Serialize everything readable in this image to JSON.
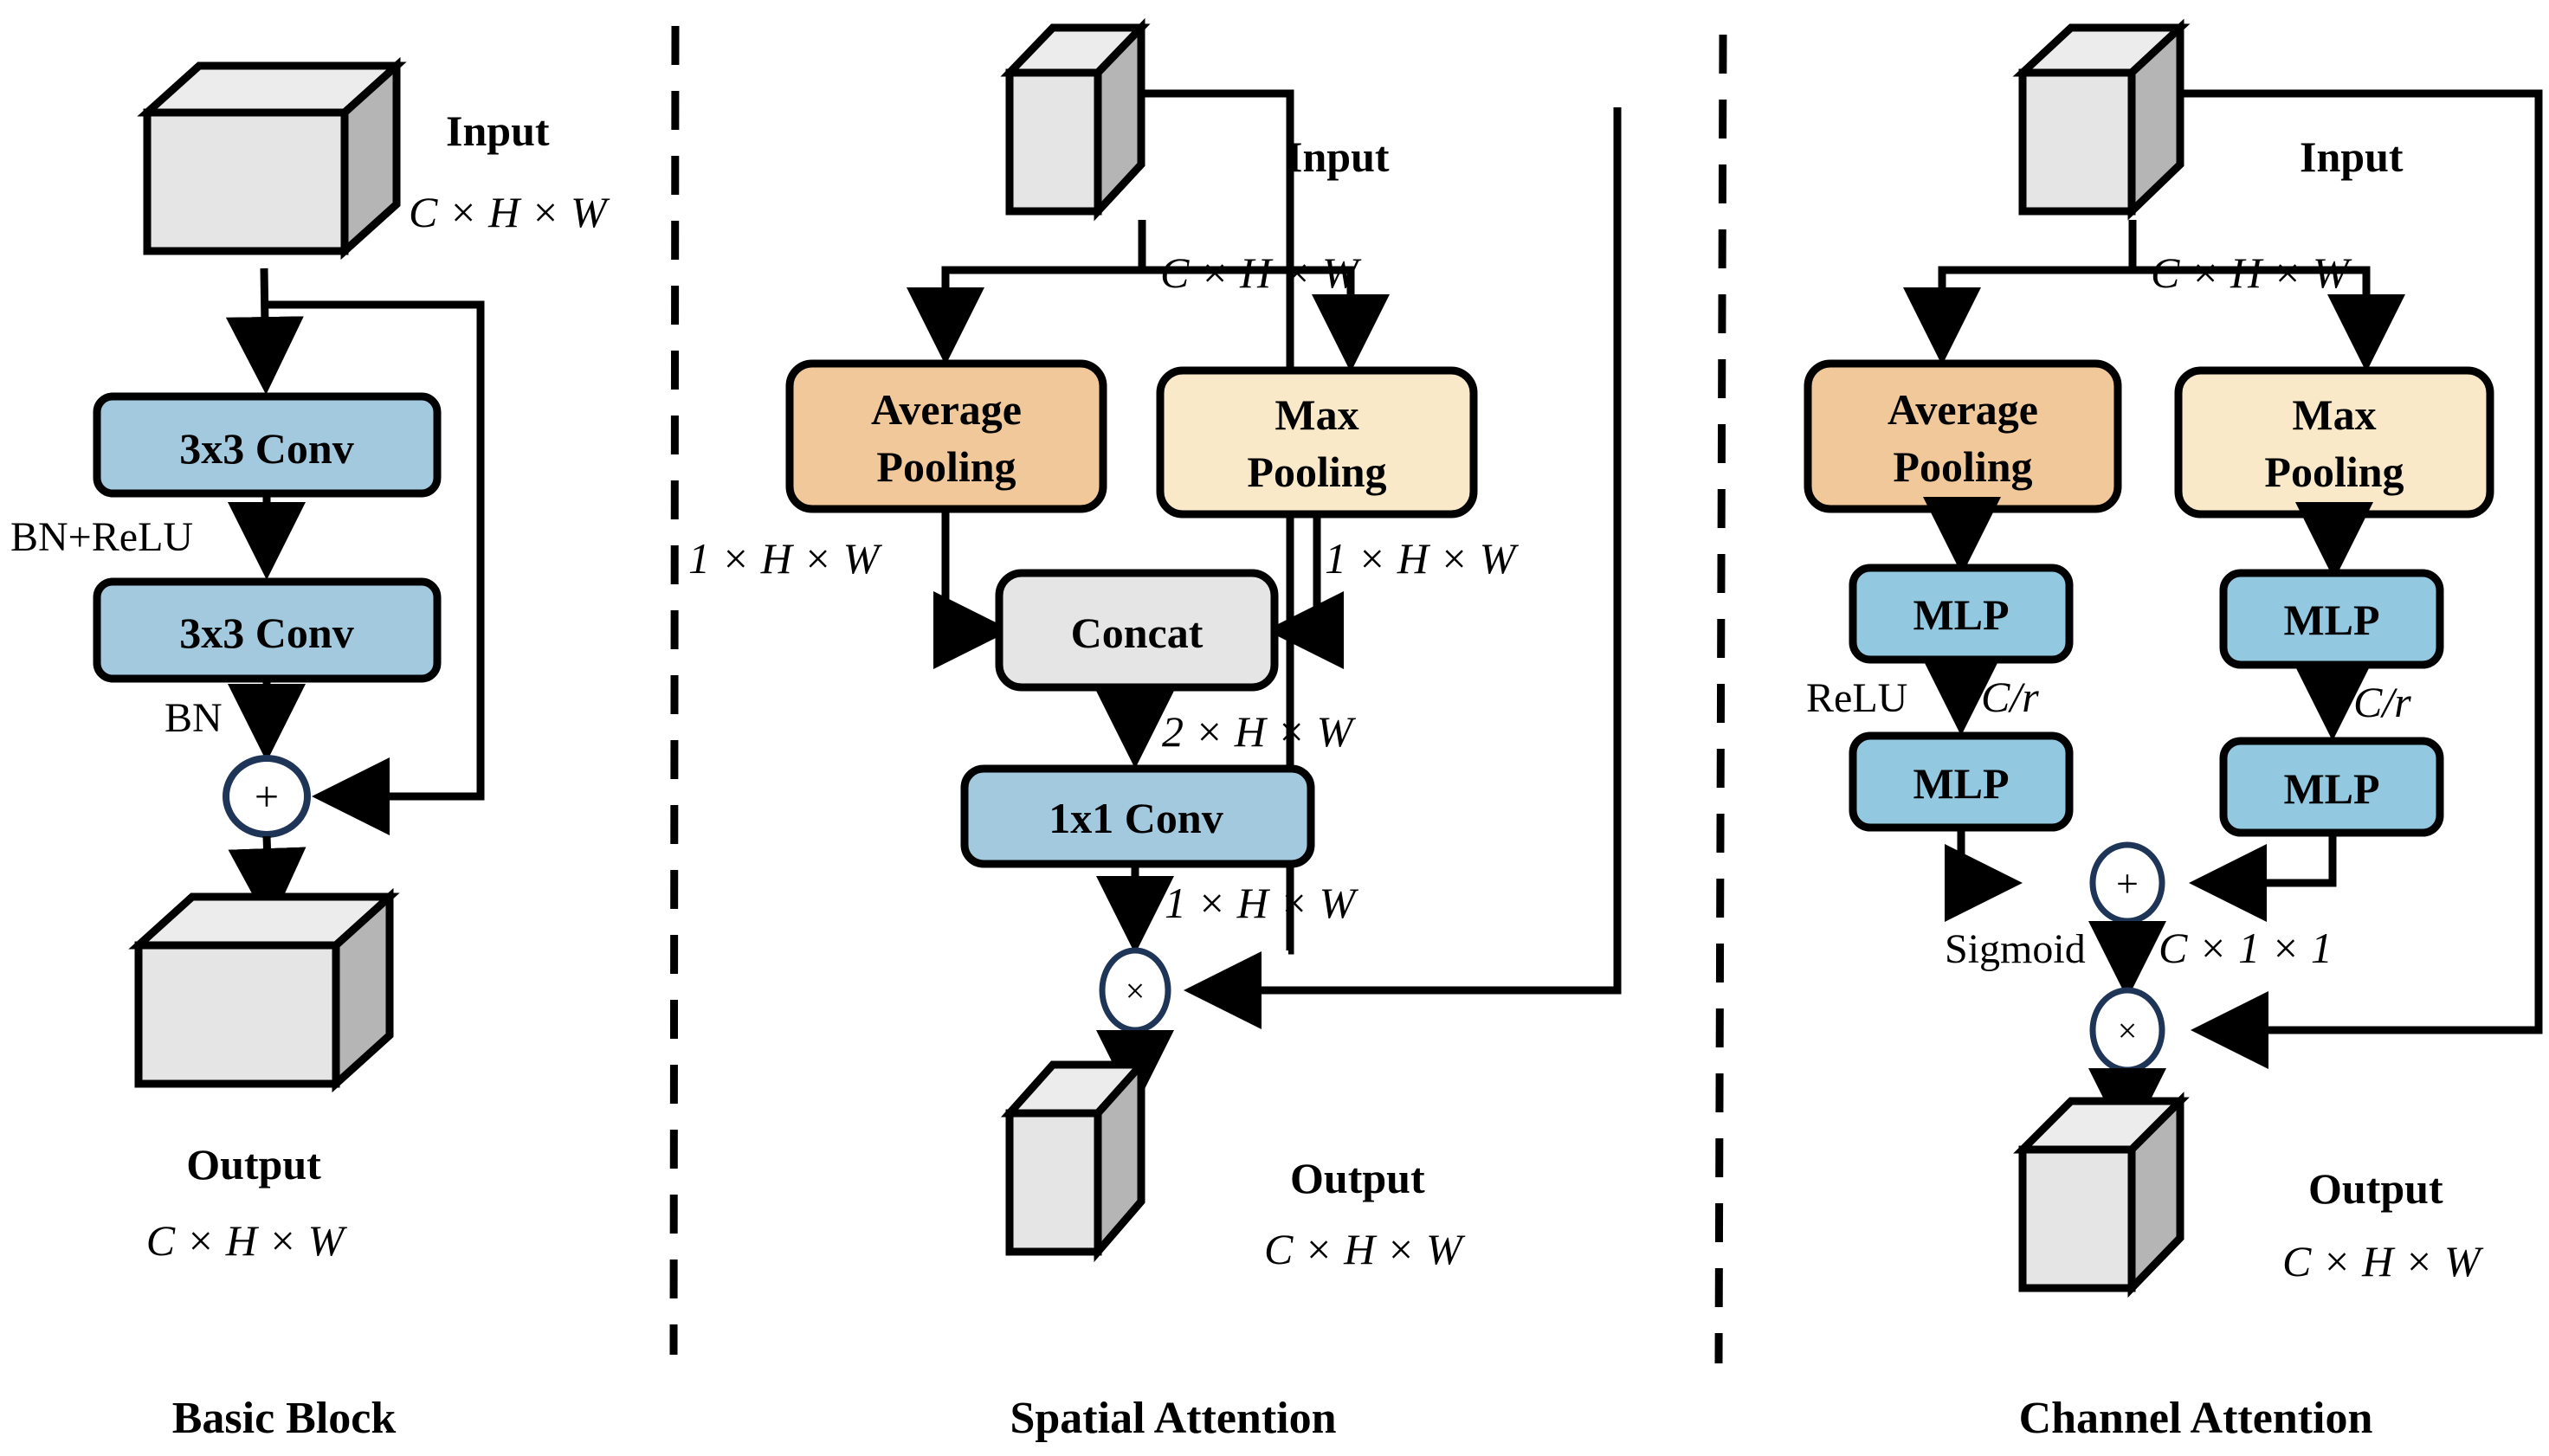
{
  "figure": {
    "colors": {
      "conv_fill": "#a3c9df",
      "mlp_fill": "#93c8e1",
      "avg_pool_fill": "#f0c89a",
      "max_pool_fill": "#f9e9c8",
      "concat_fill": "#e5e5e5",
      "cube_front": "#e5e5e5",
      "cube_top": "#ececec",
      "cube_side": "#b5b5b5",
      "op_circle_stroke": "#1f3557",
      "line": "#000000"
    }
  },
  "basic_block": {
    "title": "Basic Block",
    "input_label": "Input",
    "input_shape": "C × H × W",
    "conv1_label": "3x3 Conv",
    "act1_label": "BN+ReLU",
    "conv2_label": "3x3 Conv",
    "act2_label": "BN",
    "add_op": "+",
    "output_label": "Output",
    "output_shape": "C × H × W"
  },
  "spatial_attention": {
    "title": "Spatial Attention",
    "input_label": "Input",
    "input_shape": "C × H × W",
    "avg_pool_line1": "Average",
    "avg_pool_line2": "Pooling",
    "max_pool_line1": "Max",
    "max_pool_line2": "Pooling",
    "avg_shape": "1 × H × W",
    "max_shape": "1 × H × W",
    "concat_label": "Concat",
    "concat_shape": "2 × H × W",
    "conv_label": "1x1 Conv",
    "conv_shape": "1 × H × W",
    "mul_op": "×",
    "output_label": "Output",
    "output_shape": "C × H × W"
  },
  "channel_attention": {
    "title": "Channel Attention",
    "input_label": "Input",
    "input_shape": "C × H × W",
    "avg_pool_line1": "Average",
    "avg_pool_line2": "Pooling",
    "max_pool_line1": "Max",
    "max_pool_line2": "Pooling",
    "mlp_label": "MLP",
    "relu_label": "ReLU",
    "reduced_shape": "C/r",
    "add_op": "+",
    "sigmoid_label": "Sigmoid",
    "weight_shape": "C × 1 × 1",
    "mul_op": "×",
    "output_label": "Output",
    "output_shape": "C × H × W"
  }
}
